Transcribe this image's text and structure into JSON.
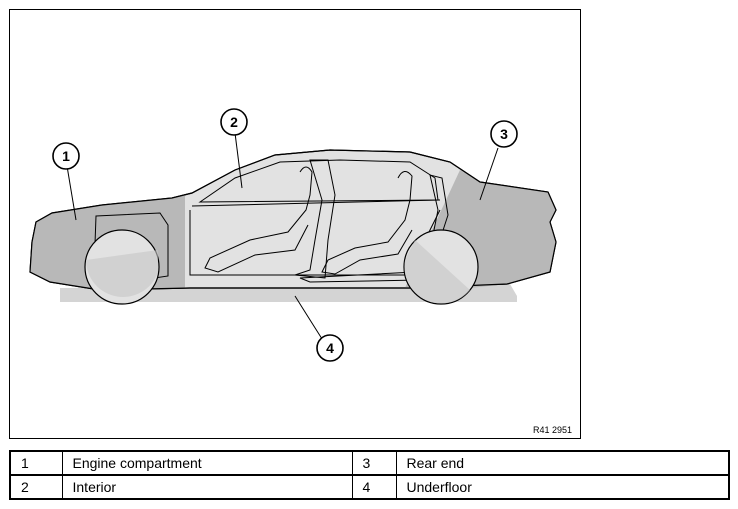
{
  "figure": {
    "reference": "R41 2951",
    "callouts": [
      "1",
      "2",
      "3",
      "4"
    ]
  },
  "legend": [
    {
      "num1": "1",
      "label1": "Engine compartment",
      "num2": "3",
      "label2": "Rear end"
    },
    {
      "num1": "2",
      "label1": "Interior",
      "num2": "4",
      "label2": "Underfloor"
    }
  ]
}
